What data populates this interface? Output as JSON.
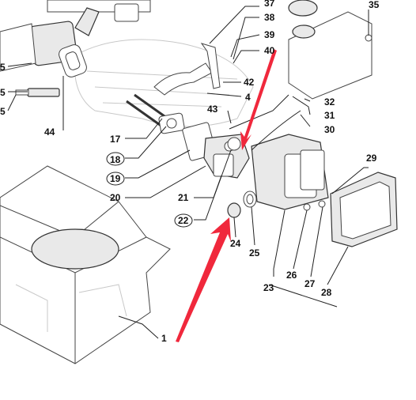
{
  "callouts": {
    "c1": "1",
    "c5a": "5",
    "c5b": "5",
    "c17": "17",
    "c18": "18",
    "c19": "19",
    "c20": "20",
    "c21": "21",
    "c22": "22",
    "c23": "23",
    "c24": "24",
    "c25": "25",
    "c26": "26",
    "c27": "27",
    "c28": "28",
    "c29": "29",
    "c30": "30",
    "c31": "31",
    "c32": "32",
    "c35": "35",
    "c37": "37",
    "c38": "38",
    "c39": "39",
    "c40": "40",
    "c42": "42",
    "c4": "4",
    "c43": "43",
    "c44": "44"
  },
  "colors": {
    "arrow": "#f0283c",
    "line": "#222222"
  }
}
